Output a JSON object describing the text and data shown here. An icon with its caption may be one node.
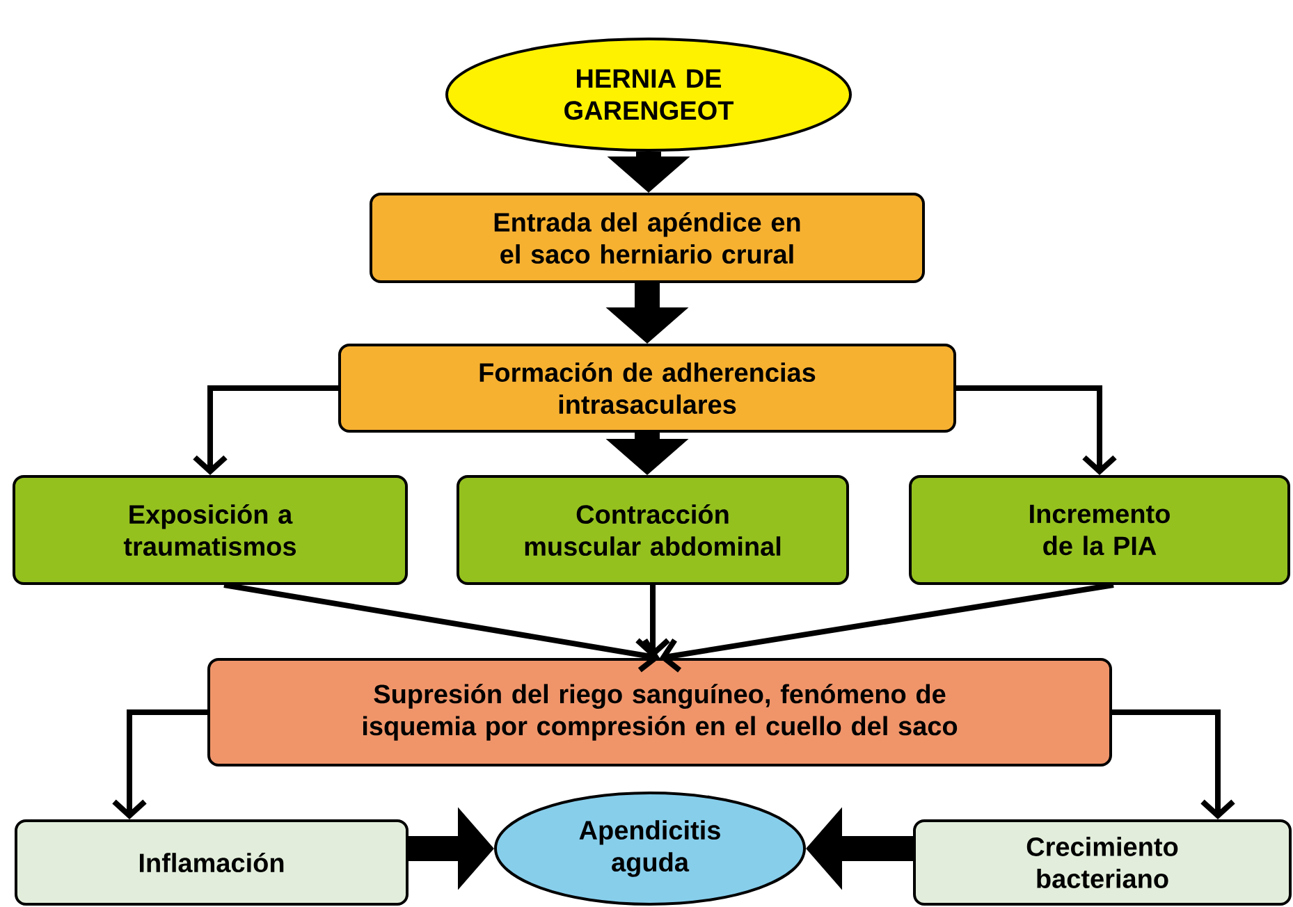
{
  "diagram": {
    "nodes": [
      {
        "text": [
          "HERNIA DE GARENGEOT"
        ]
      },
      {
        "text": [
          "Entrada del apéndice en el saco herniario crural"
        ]
      },
      {
        "text": [
          "Formación de adherencias intrasaculares"
        ]
      },
      {
        "text": [
          "Exposición a traumatismos"
        ]
      },
      {
        "text": [
          "Contracción muscular abdominal"
        ]
      },
      {
        "text": [
          "Incremento de la PIA"
        ]
      },
      {
        "text": [
          "Supresión del riego sanguíneo, fenómeno de isquemia por compresión en el cuello del saco"
        ]
      },
      {
        "text": [
          "Inflamación"
        ]
      },
      {
        "text": [
          "Apendicitis aguda"
        ]
      },
      {
        "text": [
          "Crecimiento bacteriano"
        ]
      }
    ],
    "edges": [
      {
        "from": 0,
        "to": 1,
        "arrow": "to",
        "style": "thick"
      },
      {
        "from": 1,
        "to": 2,
        "arrow": "to",
        "style": "thick"
      },
      {
        "from": 2,
        "to": 3,
        "arrow": "to"
      },
      {
        "from": 2,
        "to": 4,
        "arrow": "to",
        "style": "thick"
      },
      {
        "from": 2,
        "to": 5,
        "arrow": "to"
      },
      {
        "from": 3,
        "to": 6,
        "arrow": "to"
      },
      {
        "from": 4,
        "to": 6,
        "arrow": "to"
      },
      {
        "from": 5,
        "to": 6,
        "arrow": "to"
      },
      {
        "from": 6,
        "to": 7,
        "arrow": "to"
      },
      {
        "from": 6,
        "to": 9,
        "arrow": "to"
      },
      {
        "from": 7,
        "to": 8,
        "arrow": "to",
        "style": "thick"
      },
      {
        "from": 9,
        "to": 8,
        "arrow": "to",
        "style": "thick"
      }
    ]
  }
}
